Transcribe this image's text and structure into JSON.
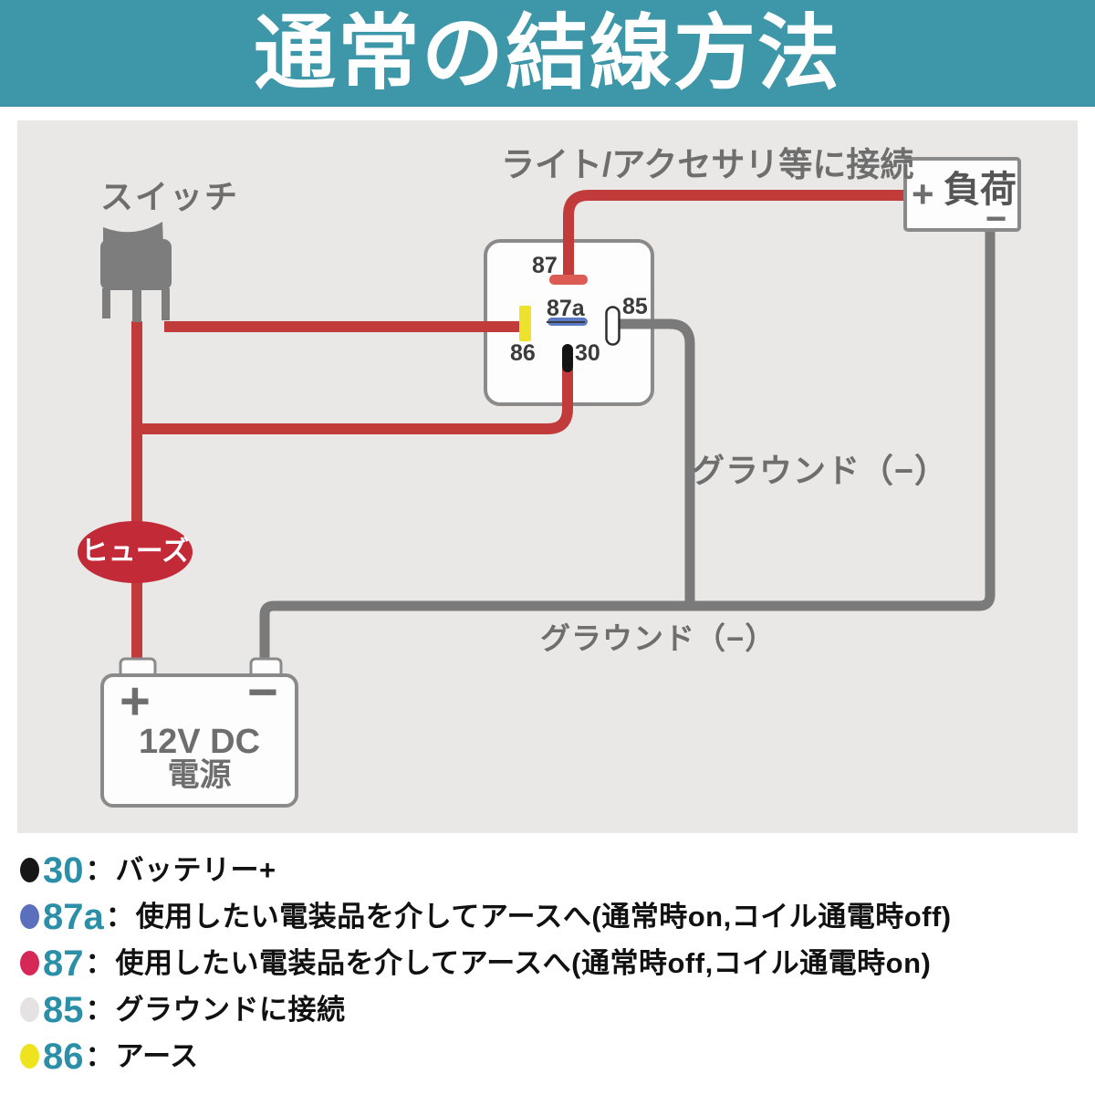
{
  "header": {
    "title": "通常の結線方法"
  },
  "diagram": {
    "switch_label": "スイッチ",
    "light_label": "ライト/アクセサリ等に接続",
    "ground_upper": "グラウンド（−）",
    "ground_lower": "グラウンド（−）",
    "fuse_label": "ヒューズ",
    "relay_pins": {
      "p87": "87",
      "p87a": "87a",
      "p85": "85",
      "p86": "86",
      "p30": "30"
    },
    "load_box": {
      "plus": "+",
      "title": "負荷",
      "minus": "−"
    },
    "battery": {
      "plus": "+",
      "minus": "−",
      "voltage": "12V DC",
      "source": "電源"
    },
    "colors": {
      "header_teal": "#3E97A9",
      "panel_bg": "#E9E8E6",
      "wire_red": "#C13B3B",
      "wire_gray": "#7A7A7A",
      "pin_red": "#DC5B52",
      "pin_yellow": "#EFE22A",
      "pin_blue": "#5B79C4",
      "pin_black": "#141414",
      "fuse_red": "#C32A38",
      "box_border_gray": "#8A8A8A"
    }
  },
  "legend": {
    "items": [
      {
        "dot_color": "#161616",
        "pin": "30",
        "colon": "：",
        "desc": "バッテリー+"
      },
      {
        "dot_color": "#5A6FBE",
        "pin": "87a",
        "colon": "：",
        "desc": "使用したい電装品を介してアースへ(通常時on,コイル通電時off)"
      },
      {
        "dot_color": "#D62857",
        "pin": "87",
        "colon": "：",
        "desc": "使用したい電装品を介してアースへ(通常時off,コイル通電時on)"
      },
      {
        "dot_color": "#E4E2E2",
        "pin": "85",
        "colon": "：",
        "desc": "グラウンドに接続"
      },
      {
        "dot_color": "#EDE41F",
        "pin": "86",
        "colon": "：",
        "desc": "アース"
      }
    ]
  }
}
